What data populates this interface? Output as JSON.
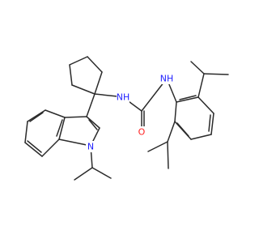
{
  "molecule": {
    "colors": {
      "bond": "#2b2b2b",
      "N": "#1f1fff",
      "O": "#ff1f1f",
      "background": "#ffffff"
    },
    "atoms": [
      {
        "id": "n_urea_left",
        "element": "N",
        "label": "NH"
      },
      {
        "id": "n_urea_right",
        "element": "N",
        "label": "NH"
      },
      {
        "id": "o_urea",
        "element": "O",
        "label": "O"
      },
      {
        "id": "n_indole",
        "element": "N",
        "label": "N"
      }
    ]
  }
}
